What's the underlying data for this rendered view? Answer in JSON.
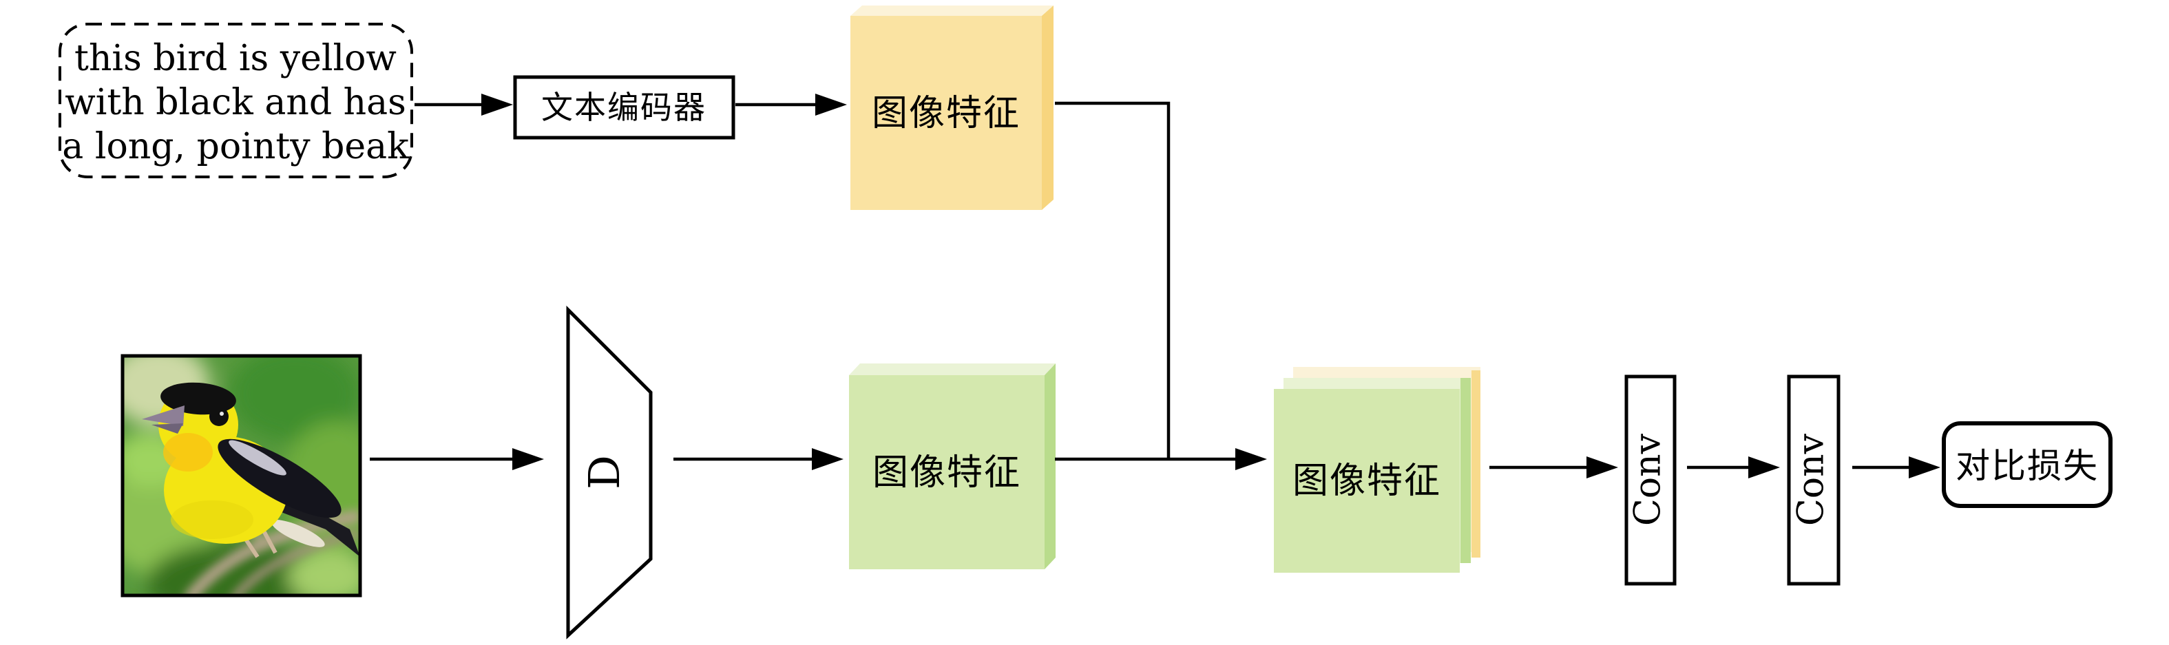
{
  "diagram": {
    "caption_lines": [
      "this bird is yellow",
      "with black and has",
      "a long, pointy beak"
    ],
    "nodes": {
      "text_encoder": "文本编码器",
      "text_features": "图像特征",
      "image_features": "图像特征",
      "fused_features": "图像特征",
      "discriminator": "D",
      "conv1": "Conv",
      "conv2": "Conv",
      "contrastive_loss": "对比损失"
    },
    "colors": {
      "yellow_front": "#FAE3A2",
      "yellow_side": "#F7D57E",
      "yellow_top": "#FCF3D8",
      "green_front": "#D4E8AE",
      "green_side": "#B9DC8C",
      "green_top": "#EAF3D6",
      "cream_sheet": "#FBF2D8",
      "cream_side": "#F8DA8C",
      "pale_green_sheet": "#E9F3D3",
      "pale_green_side": "#BCDD90",
      "line": "#000000"
    }
  }
}
